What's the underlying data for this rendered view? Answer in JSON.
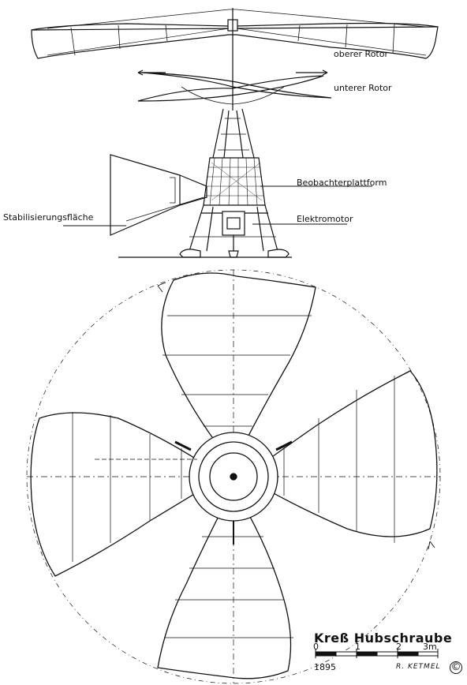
{
  "labels": {
    "upper_rotor": "oberer Rotor",
    "lower_rotor": "unterer Rotor",
    "observer_platform": "Beobachterplattform",
    "stabilizer": "Stabilisierungsfläche",
    "motor": "Elektromotor"
  },
  "title": "Kreß  Hubschraube",
  "scale_bar": {
    "ticks": [
      "0",
      "1",
      "2",
      "3m"
    ]
  },
  "year": "1895",
  "signature": "R. KETMEL",
  "copyright": "©",
  "colors": {
    "ink": "#111111",
    "paper": "#ffffff"
  }
}
